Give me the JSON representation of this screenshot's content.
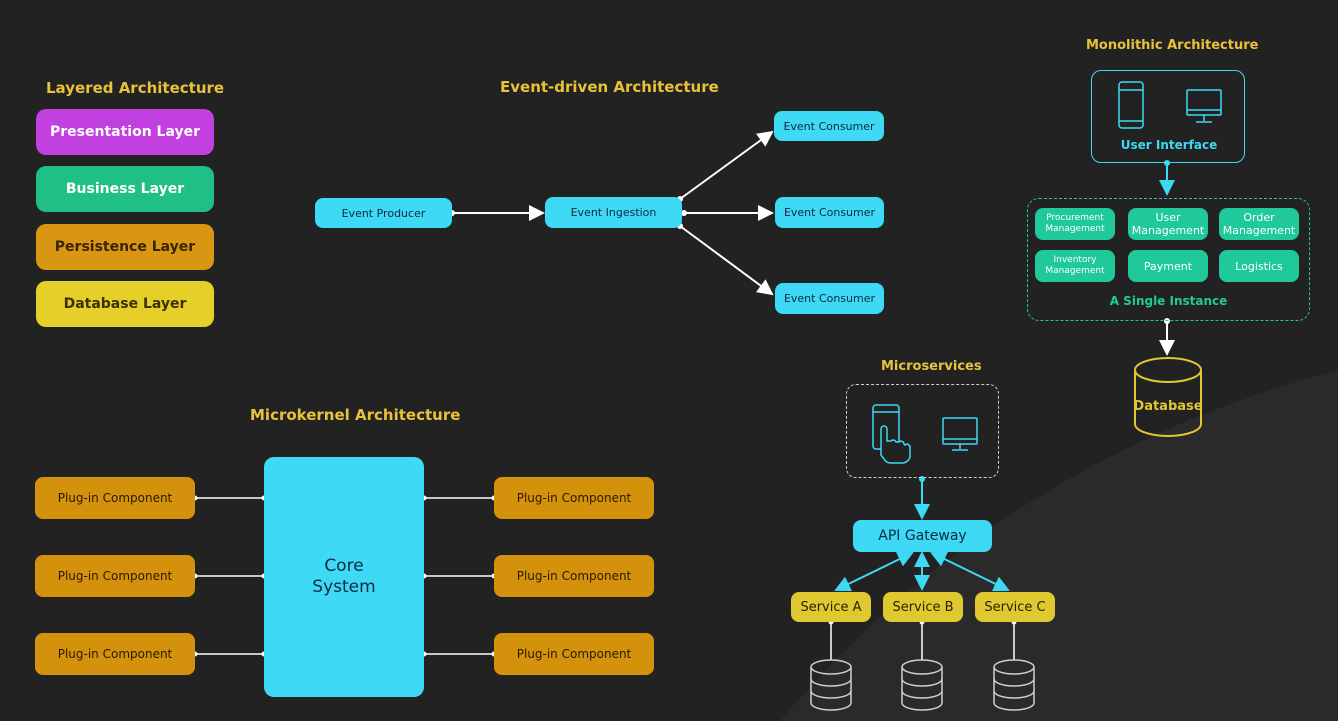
{
  "layered": {
    "title": "Layered Architecture",
    "layers": [
      {
        "label": "Presentation Layer",
        "color": "#c23fe0"
      },
      {
        "label": "Business Layer",
        "color": "#1fbf86"
      },
      {
        "label": "Persistence Layer",
        "color": "#d99612"
      },
      {
        "label": "Database Layer",
        "color": "#e6cf28"
      }
    ]
  },
  "event_driven": {
    "title": "Event-driven Architecture",
    "producer": "Event Producer",
    "ingestion": "Event Ingestion",
    "consumers": [
      "Event Consumer",
      "Event Consumer",
      "Event Consumer"
    ]
  },
  "monolithic": {
    "title": "Monolithic Architecture",
    "ui_label": "User Interface",
    "modules": [
      "Procurement Management",
      "User Management",
      "Order Management",
      "Inventory Management",
      "Payment",
      "Logistics"
    ],
    "instance_label": "A Single Instance",
    "database_label": "Database"
  },
  "microkernel": {
    "title": "Microkernel Architecture",
    "core_line1": "Core",
    "core_line2": "System",
    "plugins": [
      "Plug-in Component",
      "Plug-in Component",
      "Plug-in Component",
      "Plug-in Component",
      "Plug-in Component",
      "Plug-in Component"
    ]
  },
  "microservices": {
    "title": "Microservices",
    "gateway": "API Gateway",
    "services": [
      "Service A",
      "Service B",
      "Service C"
    ]
  },
  "colors": {
    "accent_title": "#e8c33a",
    "cyan": "#3dd9f5",
    "green": "#1fc99a",
    "orange": "#d4920c",
    "yellow": "#e0c830",
    "background": "#222222"
  }
}
